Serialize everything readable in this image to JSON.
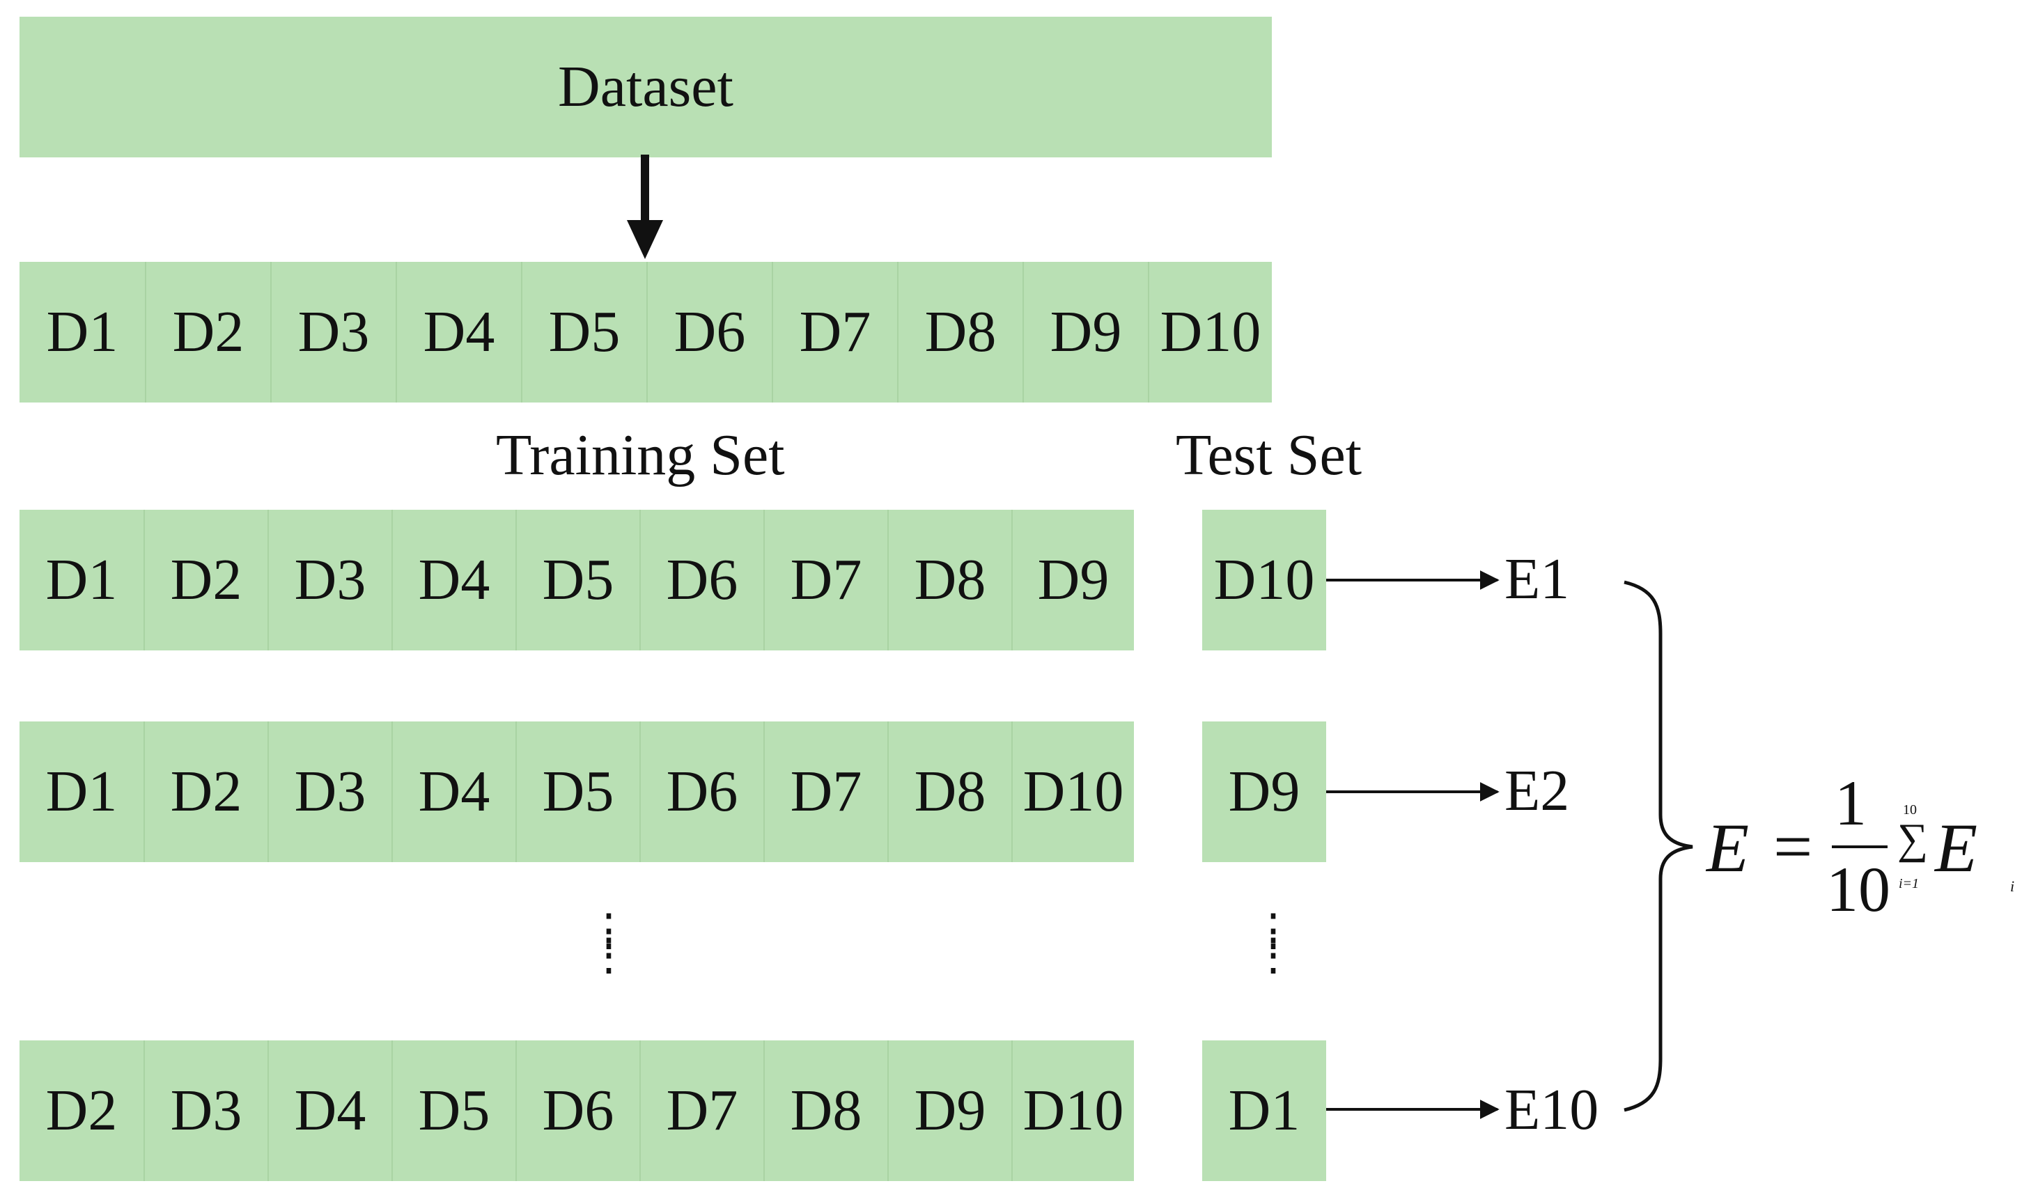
{
  "dataset": {
    "label": "Dataset"
  },
  "split_row": [
    "D1",
    "D2",
    "D3",
    "D4",
    "D5",
    "D6",
    "D7",
    "D8",
    "D9",
    "D10"
  ],
  "headers": {
    "training": "Training Set",
    "test": "Test Set"
  },
  "folds": [
    {
      "train": [
        "D1",
        "D2",
        "D3",
        "D4",
        "D5",
        "D6",
        "D7",
        "D8",
        "D9"
      ],
      "test": "D10",
      "error": "E1"
    },
    {
      "train": [
        "D1",
        "D2",
        "D3",
        "D4",
        "D5",
        "D6",
        "D7",
        "D8",
        "D10"
      ],
      "test": "D9",
      "error": "E2"
    },
    {
      "train": [
        "D2",
        "D3",
        "D4",
        "D5",
        "D6",
        "D7",
        "D8",
        "D9",
        "D10"
      ],
      "test": "D1",
      "error": "E10"
    }
  ],
  "ellipsis": {
    "train": "⋮",
    "test": "⋮"
  },
  "formula": {
    "lhs": "E",
    "equals": "=",
    "numerator": "1",
    "denominator": "10",
    "sum_symbol": "∑",
    "sum_upper": "10",
    "sum_lower": "i=1",
    "term": "E",
    "term_sub": "i"
  }
}
